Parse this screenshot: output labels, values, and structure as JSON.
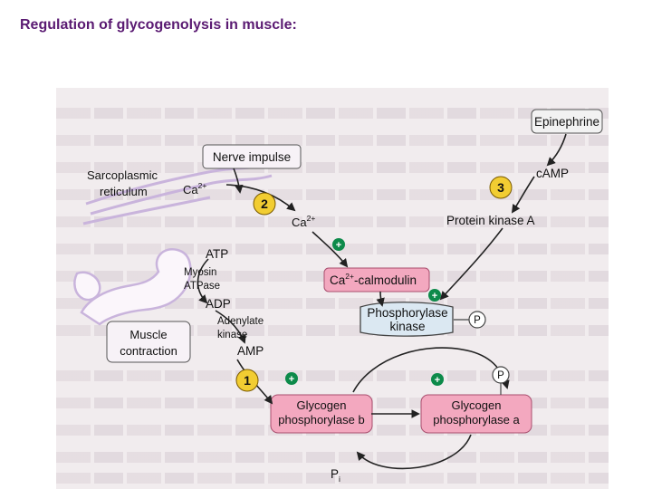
{
  "title": "Regulation of glycogenolysis in muscle:",
  "diagram": {
    "epinephrine": "Epinephrine",
    "camp": "cAMP",
    "protein_kinase_a": "Protein kinase A",
    "nerve_impulse": "Nerve impulse",
    "sarcoplasmic_l1": "Sarcoplasmic",
    "sarcoplasmic_l2": "reticulum",
    "ca_base": "Ca",
    "ca_sup": "2+",
    "calmodulin_suffix": "-calmodulin",
    "atp": "ATP",
    "myosin_l1": "Myosin",
    "myosin_l2": "ATPase",
    "adp": "ADP",
    "adenylate_l1": "Adenylate",
    "adenylate_l2": "kinase",
    "amp": "AMP",
    "muscle_l1": "Muscle",
    "muscle_l2": "contraction",
    "phosphorylase_kinase_l1": "Phosphorylase",
    "phosphorylase_kinase_l2": "kinase",
    "p": "P",
    "glycogen": "Glycogen",
    "phosphorylase_b": "phosphorylase b",
    "phosphorylase_a": "phosphorylase a",
    "pi_base": "P",
    "pi_sub": "i",
    "step1": "1",
    "step2": "2",
    "step3": "3",
    "plus": "+"
  },
  "colors": {
    "title": "#5a1a72",
    "box_pink": "#f3a8bf",
    "box_blue": "#dbe8f2",
    "step_circle": "#f2cd32",
    "plus_circle": "#0d8a4a"
  }
}
